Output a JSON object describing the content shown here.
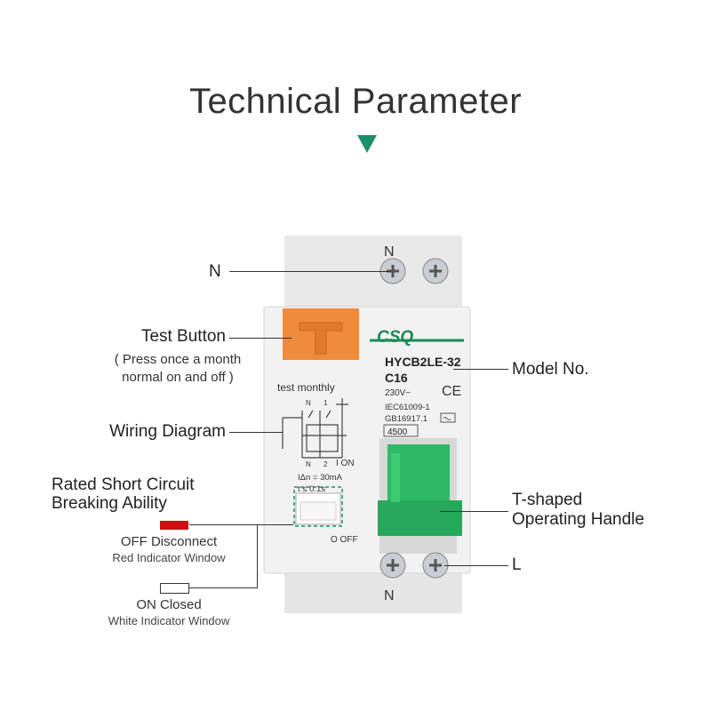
{
  "title": "Technical Parameter",
  "colors": {
    "accent": "#1a9068",
    "test_button": "#f08a3c",
    "handle": "#2fb865",
    "brand": "#1a8a55",
    "off_indicator": "#cc1111"
  },
  "labels": {
    "n_top": "N",
    "test_button": "Test Button",
    "test_note_1": "( Press once a month",
    "test_note_2": "normal on and off )",
    "wiring": "Wiring Diagram",
    "rated_1": "Rated Short Circuit",
    "rated_2": "Breaking Ability",
    "off_title": "OFF Disconnect",
    "off_sub": "Red Indicator Window",
    "on_title": "ON Closed",
    "on_sub": "White Indicator Window",
    "model": "Model No.",
    "handle_1": "T-shaped",
    "handle_2": "Operating Handle",
    "l_label": "L"
  },
  "device": {
    "brand": "CSQ",
    "model": "HYCB2LE-32",
    "rating": "C16",
    "voltage": "230V~",
    "std1": "IEC61009-1",
    "std2": "GB16917.1",
    "capacity": "4500",
    "ce": "CE",
    "test_text": "test monthly",
    "n_top_terminal": "N",
    "n_bottom_terminal": "N",
    "idn": "IΔn  = 30mA",
    "t": "t  ≤  0.1s",
    "on_text": "I ON",
    "off_text": "O OFF",
    "diag_n": "N",
    "diag_1": "1",
    "diag_n2": "N",
    "diag_2": "2"
  }
}
